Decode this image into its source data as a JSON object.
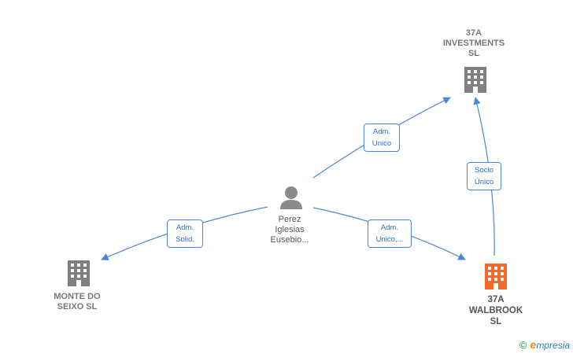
{
  "nodes": {
    "investments": {
      "line1": "37A",
      "line2": "INVESTMENTS",
      "line3": "SL"
    },
    "walbrook": {
      "line1": "37A",
      "line2": "WALBROOK",
      "line3": "SL"
    },
    "monte": {
      "line1": "MONTE DO",
      "line2": "SEIXO  SL"
    },
    "person": {
      "line1": "Perez",
      "line2": "Iglesias",
      "line3": "Eusebio..."
    }
  },
  "edges": {
    "person_to_investments": {
      "line1": "Adm.",
      "line2": "Unico"
    },
    "person_to_walbrook": {
      "line1": "Adm.",
      "line2": "Unico,..."
    },
    "person_to_monte": {
      "line1": "Adm.",
      "line2": "Solid."
    },
    "walbrook_to_investments": {
      "line1": "Socio",
      "line2": "Único"
    }
  },
  "colors": {
    "edge": "#4a87d6",
    "building": "#808080",
    "building_highlight": "#f26a2e",
    "person": "#8a8a8a"
  },
  "icons": {
    "company": "building-icon",
    "person": "person-icon"
  },
  "brand": {
    "copyright": "©",
    "e": "e",
    "name": "mpresia"
  }
}
